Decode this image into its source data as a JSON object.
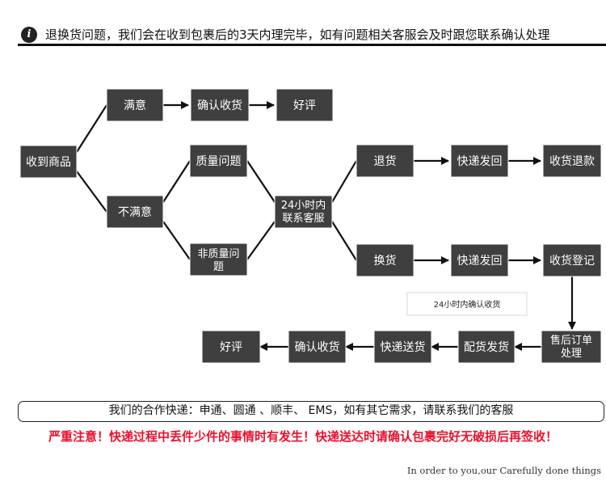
{
  "notice": {
    "icon": "info-icon",
    "text": "退换货问题，我们会在收到包裹后的3天内理完毕，如有问题相关客服会及时跟您联系确认处理"
  },
  "flow": {
    "nodes": {
      "receive_goods": "收到商品",
      "satisfied": "满意",
      "confirm_receipt_top": "确认收货",
      "good_review_top": "好评",
      "not_satisfied": "不满意",
      "quality_issue": "质量问题",
      "non_quality_issue_line1": "非质量问",
      "non_quality_issue_line2": "题",
      "contact_cs_line1": "24小时内",
      "contact_cs_line2": "联系客服",
      "return": "退货",
      "ship_back_return": "快递发回",
      "refund_on_receipt": "收货退款",
      "exchange": "换货",
      "ship_back_exchange": "快递发回",
      "receipt_registration": "收货登记",
      "after_sale_line1": "售后订单",
      "after_sale_line2": "处理",
      "ship_replacement": "配货发货",
      "courier_delivery": "快递送货",
      "confirm_receipt_bottom": "确认收货",
      "good_review_bottom": "好评"
    },
    "tag_24h_confirm": "24小时内确认收货"
  },
  "courier_bar": "我们的合作快递：申通、圆通 、顺丰、 EMS，如有其它需求，请联系我们的客服",
  "warning": "严重注意！快递过程中丢件少件的事情时有发生！快递送达时请确认包裹完好无破损后再签收！",
  "slogan": "In order to you,our Carefully done things"
}
